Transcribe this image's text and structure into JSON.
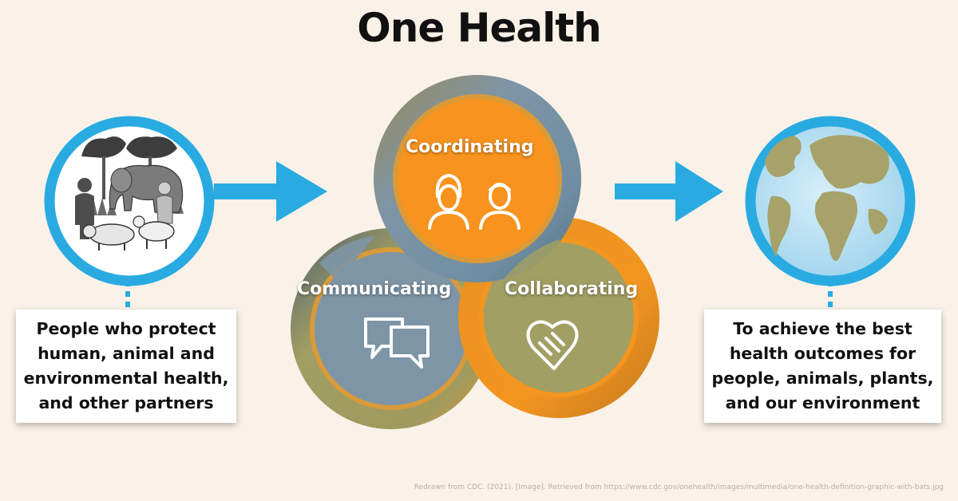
{
  "title": "One Health",
  "left_box": {
    "lines": [
      "People who protect",
      "human, animal and",
      "environmental health,",
      "and other partners"
    ]
  },
  "right_box": {
    "lines": [
      "To achieve the best",
      "health outcomes for",
      "people, animals, plants,",
      "and our environment"
    ]
  },
  "rings": {
    "coordinating": "Coordinating",
    "communicating": "Communicating",
    "collaborating": "Collaborating"
  },
  "colors": {
    "background": "#faf2e8",
    "blue": "#29abe2",
    "orange": "#f7931e",
    "slate": "#7f97a8",
    "olive": "#a29f62"
  },
  "icons": {
    "left_circle": "people-and-animals-icon",
    "right_circle": "globe-icon",
    "coordinating": "people-icon",
    "communicating": "speech-bubbles-icon",
    "collaborating": "handshake-icon"
  },
  "credit": "Redrawn from CDC. (2021). [Image]. Retrieved from https://www.cdc.gov/onehealth/images/multimedia/one-health-definition-graphic-with-bats.jpg"
}
